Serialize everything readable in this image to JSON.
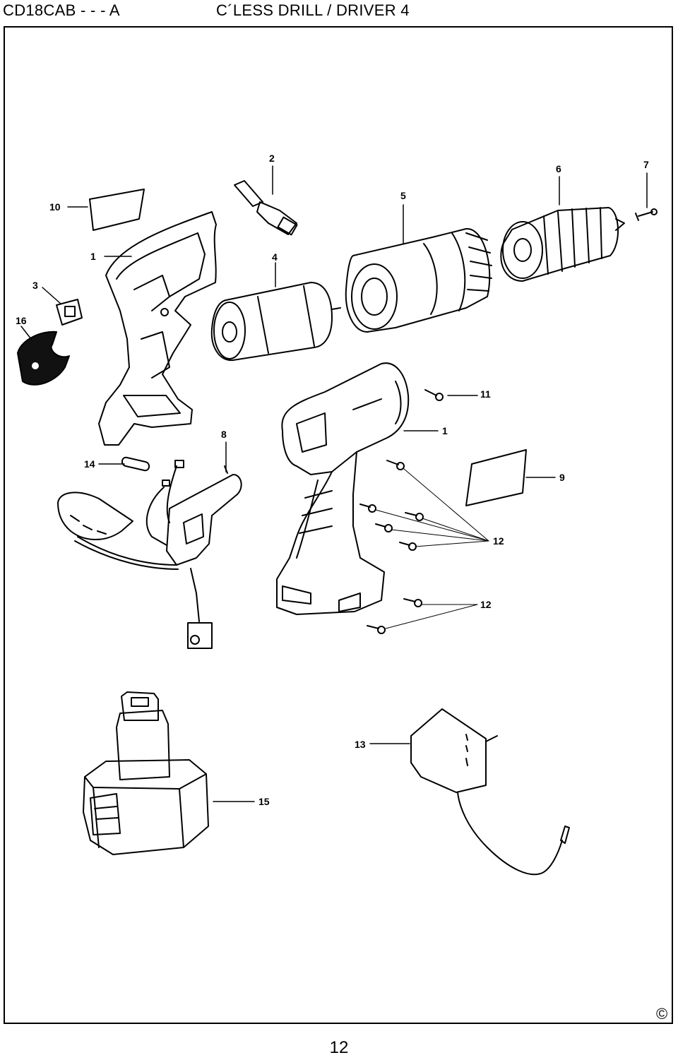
{
  "header": {
    "model": "CD18CAB - - -  A",
    "title": "C´LESS DRILL / DRIVER 4"
  },
  "callouts": {
    "c1": "1",
    "c1b": "1",
    "c2": "2",
    "c3": "3",
    "c4": "4",
    "c5": "5",
    "c6": "6",
    "c7": "7",
    "c8": "8",
    "c9": "9",
    "c10": "10",
    "c11": "11",
    "c12a": "12",
    "c12b": "12",
    "c13": "13",
    "c14": "14",
    "c15": "15",
    "c16": "16"
  },
  "footer": {
    "copyright": "©",
    "page_number": "12"
  }
}
